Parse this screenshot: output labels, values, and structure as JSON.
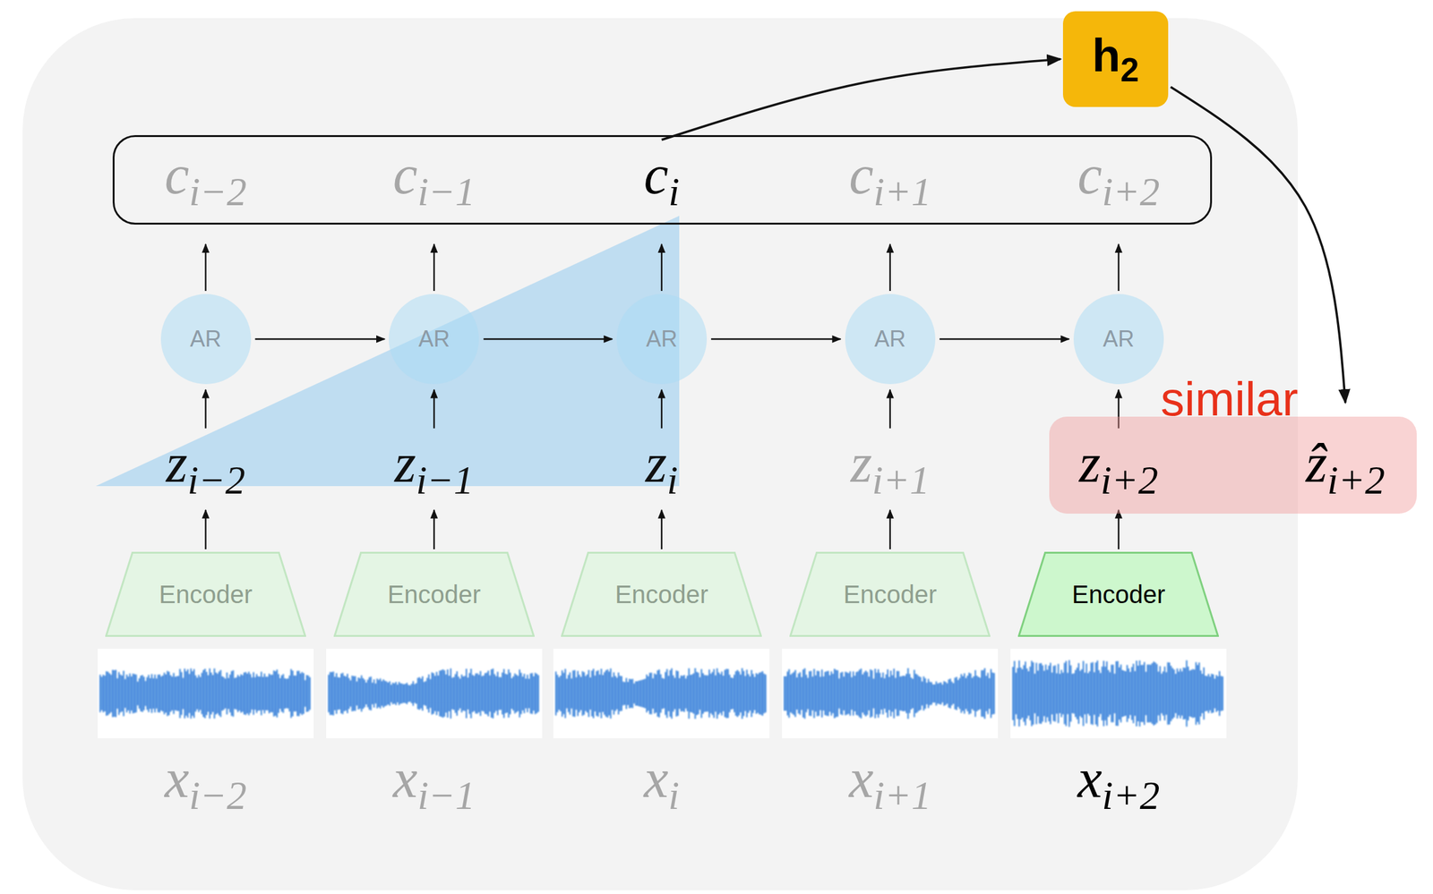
{
  "diagram": {
    "nodes": [
      {
        "text": [
          "h2"
        ]
      },
      {},
      {
        "text": [
          "ci−2"
        ],
        "in": 1
      },
      {
        "text": [
          "ci−1"
        ],
        "in": 1
      },
      {
        "text": [
          "ci"
        ],
        "in": 1
      },
      {
        "text": [
          "ci+1"
        ],
        "in": 1
      },
      {
        "text": [
          "ci+2"
        ],
        "in": 1
      },
      {
        "text": [
          "AR"
        ]
      },
      {
        "text": [
          "AR"
        ]
      },
      {
        "text": [
          "AR"
        ]
      },
      {
        "text": [
          "AR"
        ]
      },
      {
        "text": [
          "AR"
        ]
      },
      {
        "text": [
          "zi−2"
        ]
      },
      {
        "text": [
          "zi−1"
        ]
      },
      {
        "text": [
          "zi"
        ]
      },
      {
        "text": [
          "zi+1"
        ]
      },
      {
        "text": [
          "similar"
        ]
      },
      {
        "text": [
          "zi+2"
        ],
        "in": 16
      },
      {
        "text": [
          "ẑi+2"
        ],
        "in": 16
      },
      {
        "text": [
          "Encoder"
        ]
      },
      {
        "text": [
          "Encoder"
        ]
      },
      {
        "text": [
          "Encoder"
        ]
      },
      {
        "text": [
          "Encoder"
        ]
      },
      {
        "text": [
          "Encoder"
        ]
      },
      {
        "text": [
          "xi−2"
        ]
      },
      {
        "text": [
          "xi−1"
        ]
      },
      {
        "text": [
          "xi"
        ]
      },
      {
        "text": [
          "xi+1"
        ]
      },
      {
        "text": [
          "xi+2"
        ]
      }
    ],
    "edges": [
      {
        "from": 4,
        "to": 0,
        "arrow": "to"
      },
      {
        "from": 0,
        "to": 18,
        "arrow": "to"
      },
      {
        "from": 7,
        "to": 8,
        "arrow": "to"
      },
      {
        "from": 8,
        "to": 9,
        "arrow": "to"
      },
      {
        "from": 9,
        "to": 10,
        "arrow": "to"
      },
      {
        "from": 10,
        "to": 11,
        "arrow": "to"
      },
      {
        "from": 7,
        "to": 2,
        "arrow": "to"
      },
      {
        "from": 8,
        "to": 3,
        "arrow": "to"
      },
      {
        "from": 9,
        "to": 4,
        "arrow": "to"
      },
      {
        "from": 10,
        "to": 5,
        "arrow": "to"
      },
      {
        "from": 11,
        "to": 6,
        "arrow": "to"
      },
      {
        "from": 12,
        "to": 7,
        "arrow": "to"
      },
      {
        "from": 13,
        "to": 8,
        "arrow": "to"
      },
      {
        "from": 14,
        "to": 9,
        "arrow": "to"
      },
      {
        "from": 15,
        "to": 10,
        "arrow": "to"
      },
      {
        "from": 17,
        "to": 11,
        "arrow": "to"
      },
      {
        "from": 19,
        "to": 12,
        "arrow": "to"
      },
      {
        "from": 20,
        "to": 13,
        "arrow": "to"
      },
      {
        "from": 21,
        "to": 14,
        "arrow": "to"
      },
      {
        "from": 22,
        "to": 15,
        "arrow": "to"
      },
      {
        "from": 23,
        "to": 17,
        "arrow": "to"
      }
    ]
  }
}
